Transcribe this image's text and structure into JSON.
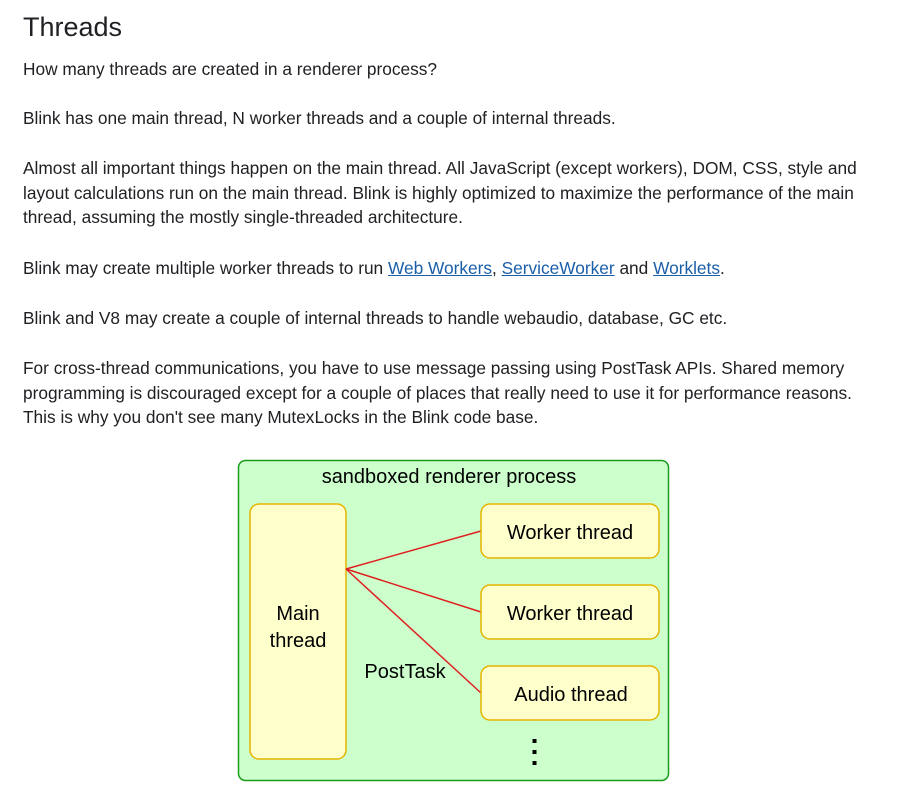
{
  "heading": "Threads",
  "paragraphs": {
    "question": "How many threads are created in a renderer process?",
    "overview": "Blink has one main thread, N worker threads and a couple of internal threads.",
    "main_thread": "Almost all important things happen on the main thread. All JavaScript (except workers), DOM, CSS, style and layout calculations run on the main thread. Blink is highly optimized to maximize the performance of the main thread, assuming the mostly single-threaded architecture.",
    "workers": {
      "prefix": "Blink may create multiple worker threads to run ",
      "link1": "Web Workers",
      "sep1": ", ",
      "link2": "ServiceWorker",
      "sep2": " and ",
      "link3": "Worklets",
      "suffix": "."
    },
    "internal": "Blink and V8 may create a couple of internal threads to handle webaudio, database, GC etc.",
    "cross_thread": "For cross-thread communications, you have to use message passing using PostTask APIs. Shared memory programming is discouraged except for a couple of places that really need to use it for performance reasons. This is why you don't see many MutexLocks in the Blink code base."
  },
  "diagram": {
    "container_label": "sandboxed renderer process",
    "main_thread_line1": "Main",
    "main_thread_line2": "thread",
    "worker1": "Worker thread",
    "worker2": "Worker thread",
    "audio": "Audio thread",
    "edge_label": "PostTask",
    "ellipsis": "⋮",
    "colors": {
      "container_fill": "#ccffcc",
      "container_stroke": "#1a9c1a",
      "box_fill": "#ffffcc",
      "box_stroke": "#e6b400",
      "arrow": "#e02020",
      "link": "#1a5ea8"
    }
  }
}
